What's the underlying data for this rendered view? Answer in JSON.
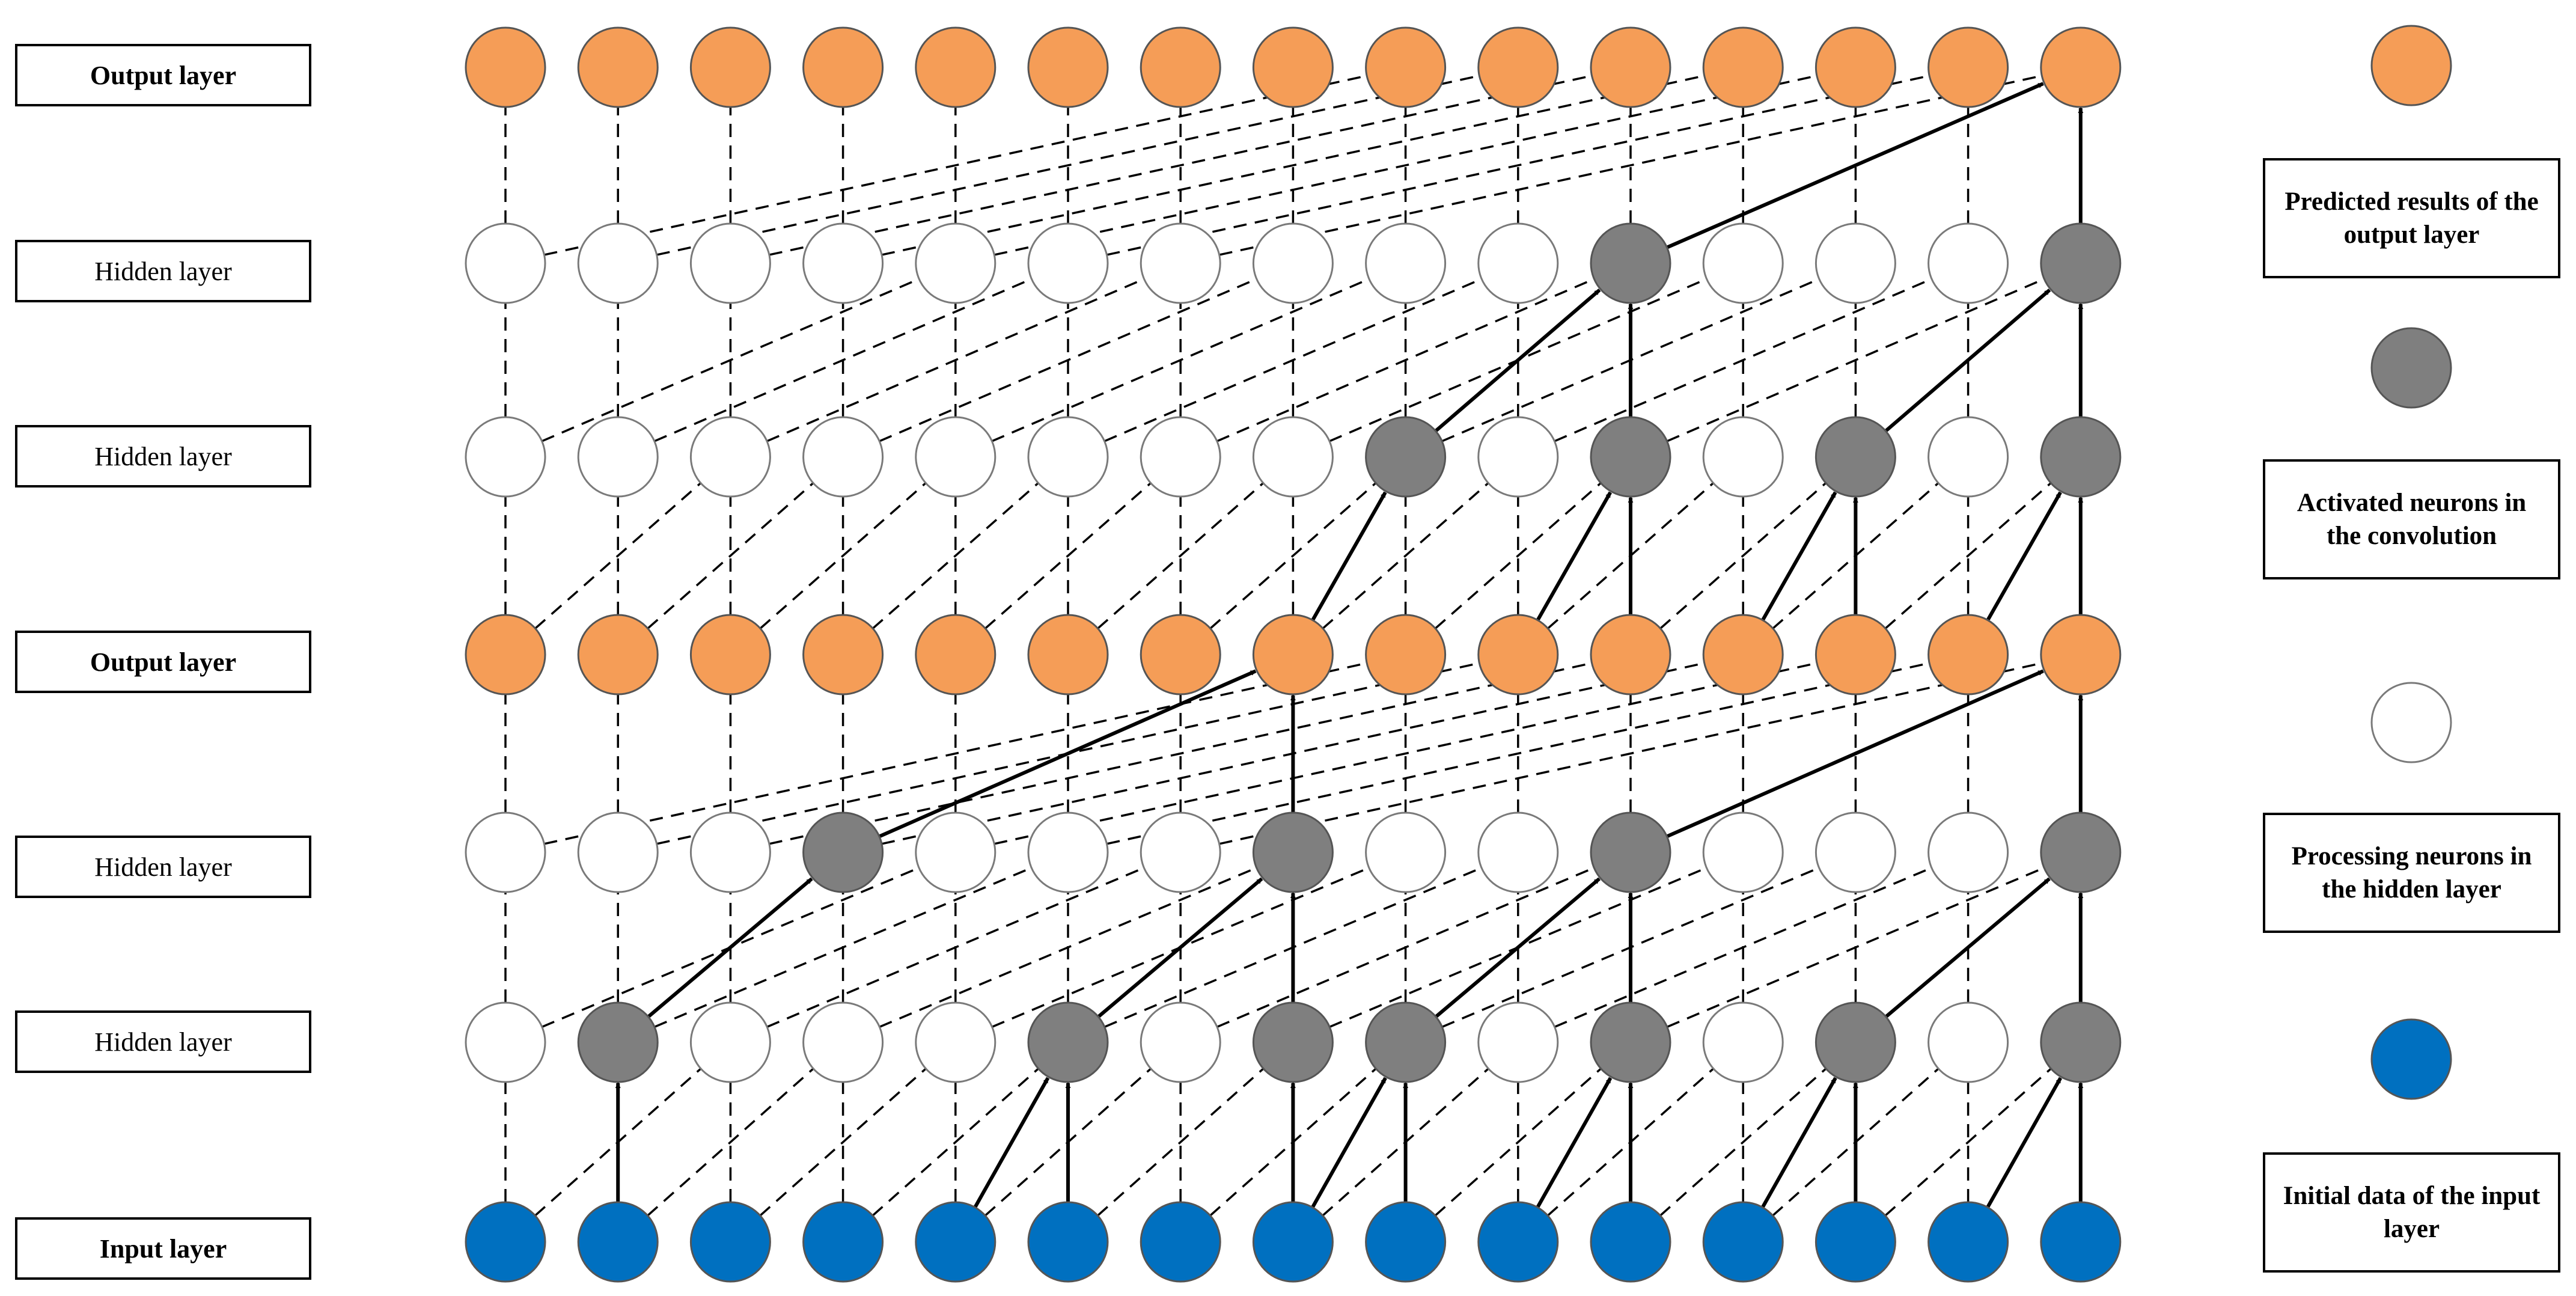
{
  "layers": [
    {
      "label": "Output layer",
      "bold": true
    },
    {
      "label": "Hidden layer",
      "bold": false
    },
    {
      "label": "Hidden layer",
      "bold": false
    },
    {
      "label": "Output layer",
      "bold": true
    },
    {
      "label": "Hidden layer",
      "bold": false
    },
    {
      "label": "Hidden layer",
      "bold": false
    },
    {
      "label": "Input layer",
      "bold": true
    }
  ],
  "legend": [
    {
      "node": "output",
      "text": "Predicted results of the output layer"
    },
    {
      "node": "active",
      "text": "Activated neurons in the convolution"
    },
    {
      "node": "hidden",
      "text": "Processing neurons in the hidden layer"
    },
    {
      "node": "input",
      "text": "Initial data of the input layer"
    }
  ],
  "colors": {
    "output": "#F59D57",
    "active": "#7F7F7F",
    "hidden": "#FFFFFF",
    "input": "#0070C0",
    "line": "#000000"
  },
  "network": {
    "node_count_per_layer": 15,
    "node_types": [
      "output",
      "hidden",
      "hidden",
      "output",
      "hidden",
      "hidden",
      "input"
    ],
    "activated_nodes": {
      "1": [
        10,
        14
      ],
      "2": [
        8,
        10,
        12,
        14
      ],
      "4": [
        3,
        7,
        10,
        14
      ],
      "5": [
        1,
        5,
        7,
        8,
        10,
        12,
        14
      ]
    },
    "active_connections": [
      {
        "from": [
          6,
          1
        ],
        "to": [
          5,
          1
        ]
      },
      {
        "from": [
          6,
          4
        ],
        "to": [
          5,
          5
        ]
      },
      {
        "from": [
          6,
          5
        ],
        "to": [
          5,
          5
        ]
      },
      {
        "from": [
          6,
          7
        ],
        "to": [
          5,
          7
        ]
      },
      {
        "from": [
          6,
          7
        ],
        "to": [
          5,
          8
        ]
      },
      {
        "from": [
          6,
          8
        ],
        "to": [
          5,
          8
        ]
      },
      {
        "from": [
          6,
          9
        ],
        "to": [
          5,
          10
        ]
      },
      {
        "from": [
          6,
          10
        ],
        "to": [
          5,
          10
        ]
      },
      {
        "from": [
          6,
          11
        ],
        "to": [
          5,
          12
        ]
      },
      {
        "from": [
          6,
          12
        ],
        "to": [
          5,
          12
        ]
      },
      {
        "from": [
          6,
          13
        ],
        "to": [
          5,
          14
        ]
      },
      {
        "from": [
          6,
          14
        ],
        "to": [
          5,
          14
        ]
      },
      {
        "from": [
          5,
          1
        ],
        "to": [
          4,
          3
        ]
      },
      {
        "from": [
          5,
          5
        ],
        "to": [
          4,
          7
        ]
      },
      {
        "from": [
          5,
          7
        ],
        "to": [
          4,
          7
        ]
      },
      {
        "from": [
          5,
          8
        ],
        "to": [
          4,
          10
        ]
      },
      {
        "from": [
          5,
          10
        ],
        "to": [
          4,
          10
        ]
      },
      {
        "from": [
          5,
          12
        ],
        "to": [
          4,
          14
        ]
      },
      {
        "from": [
          5,
          14
        ],
        "to": [
          4,
          14
        ]
      },
      {
        "from": [
          4,
          3
        ],
        "to": [
          3,
          7
        ]
      },
      {
        "from": [
          4,
          7
        ],
        "to": [
          3,
          7
        ]
      },
      {
        "from": [
          4,
          10
        ],
        "to": [
          3,
          14
        ]
      },
      {
        "from": [
          4,
          14
        ],
        "to": [
          3,
          14
        ]
      },
      {
        "from": [
          3,
          7
        ],
        "to": [
          2,
          8
        ]
      },
      {
        "from": [
          3,
          9
        ],
        "to": [
          2,
          10
        ]
      },
      {
        "from": [
          3,
          10
        ],
        "to": [
          2,
          10
        ]
      },
      {
        "from": [
          3,
          11
        ],
        "to": [
          2,
          12
        ]
      },
      {
        "from": [
          3,
          12
        ],
        "to": [
          2,
          12
        ]
      },
      {
        "from": [
          3,
          13
        ],
        "to": [
          2,
          14
        ]
      },
      {
        "from": [
          3,
          14
        ],
        "to": [
          2,
          14
        ]
      },
      {
        "from": [
          2,
          8
        ],
        "to": [
          1,
          10
        ]
      },
      {
        "from": [
          2,
          10
        ],
        "to": [
          1,
          10
        ]
      },
      {
        "from": [
          2,
          12
        ],
        "to": [
          1,
          14
        ]
      },
      {
        "from": [
          2,
          14
        ],
        "to": [
          1,
          14
        ]
      },
      {
        "from": [
          1,
          10
        ],
        "to": [
          0,
          14
        ]
      },
      {
        "from": [
          1,
          14
        ],
        "to": [
          0,
          14
        ]
      }
    ]
  }
}
